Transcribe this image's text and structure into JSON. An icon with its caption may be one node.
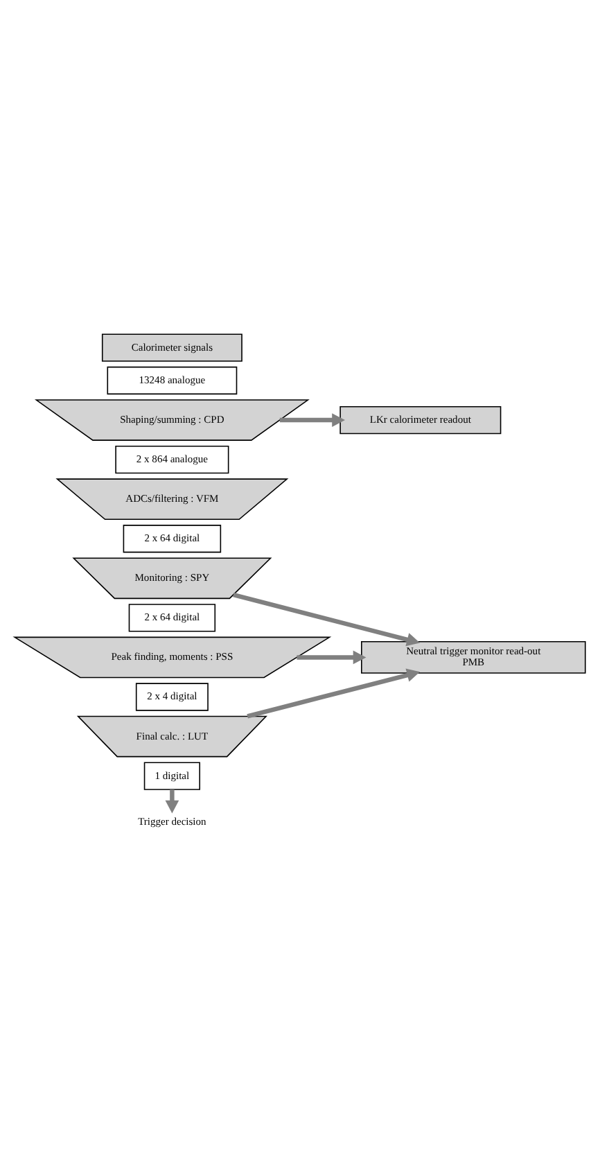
{
  "diagram": {
    "nodes": [
      {
        "text": [
          "Calorimeter signals"
        ]
      },
      {
        "text": [
          "13248 analogue"
        ]
      },
      {
        "text": [
          "Shaping/summing : CPD"
        ]
      },
      {
        "text": [
          "2 x 864 analogue"
        ]
      },
      {
        "text": [
          "ADCs/filtering : VFM"
        ]
      },
      {
        "text": [
          "2 x 64 digital"
        ]
      },
      {
        "text": [
          "Monitoring : SPY"
        ]
      },
      {
        "text": [
          "2 x 64 digital"
        ]
      },
      {
        "text": [
          "Peak finding, moments : PSS"
        ]
      },
      {
        "text": [
          "2 x 4 digital"
        ]
      },
      {
        "text": [
          "Final calc. : LUT"
        ]
      },
      {
        "text": [
          "1 digital"
        ]
      },
      {
        "text": [
          "LKr calorimeter readout"
        ]
      },
      {
        "text": [
          "Neutral trigger monitor read-out",
          "PMB"
        ]
      },
      {
        "text": [
          "Trigger decision"
        ]
      }
    ],
    "edges": [
      {
        "from": 2,
        "to": 12,
        "arrow": "to"
      },
      {
        "from": 6,
        "to": 13,
        "arrow": "to"
      },
      {
        "from": 8,
        "to": 13,
        "arrow": "to"
      },
      {
        "from": 10,
        "to": 13,
        "arrow": "to"
      },
      {
        "from": 11,
        "to": 14,
        "arrow": "to"
      }
    ]
  }
}
